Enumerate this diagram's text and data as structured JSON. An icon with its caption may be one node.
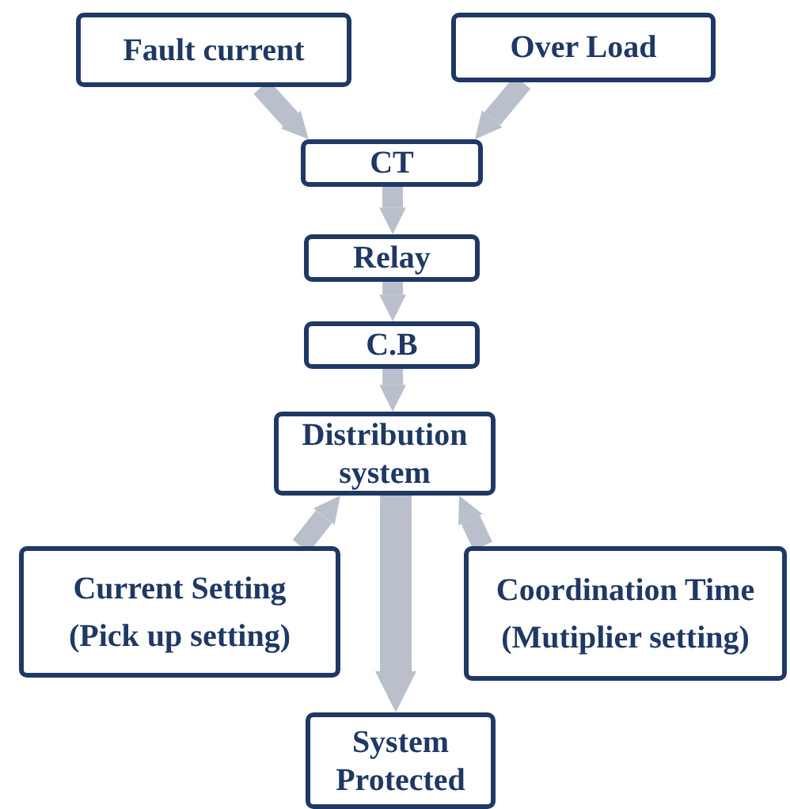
{
  "diagram": {
    "nodes": [
      {
        "text": [
          "Fault current"
        ]
      },
      {
        "text": [
          "Over Load"
        ]
      },
      {
        "text": [
          "CT"
        ]
      },
      {
        "text": [
          "Relay"
        ]
      },
      {
        "text": [
          "C.B"
        ]
      },
      {
        "text": [
          "Distribution system"
        ]
      },
      {
        "text": [
          "Current Setting",
          "(Pick up setting)"
        ]
      },
      {
        "text": [
          "Coordination Time",
          "(Mutiplier setting)"
        ]
      },
      {
        "text": [
          "System Protected"
        ]
      }
    ],
    "edges": [
      {
        "from": 0,
        "to": 2,
        "arrow": "to"
      },
      {
        "from": 1,
        "to": 2,
        "arrow": "to"
      },
      {
        "from": 2,
        "to": 3,
        "arrow": "to"
      },
      {
        "from": 3,
        "to": 4,
        "arrow": "to"
      },
      {
        "from": 4,
        "to": 5,
        "arrow": "to"
      },
      {
        "from": 6,
        "to": 5,
        "arrow": "to"
      },
      {
        "from": 7,
        "to": 5,
        "arrow": "to"
      },
      {
        "from": 5,
        "to": 8,
        "arrow": "to"
      }
    ]
  }
}
